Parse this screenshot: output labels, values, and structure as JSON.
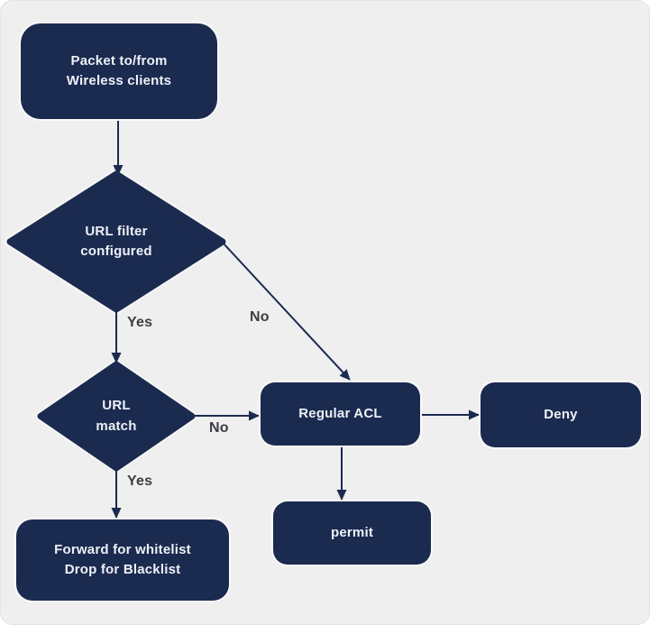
{
  "colors": {
    "panel_background": "#efeff0",
    "shape_fill": "#1b2a4f",
    "shape_outline": "#fafafa",
    "shape_text": "#edf1f7",
    "edge_label_text": "#3d3d42"
  },
  "nodes": {
    "packet": {
      "line1": "Packet to/from",
      "line2": "Wireless clients"
    },
    "url_filter": {
      "line1": "URL filter",
      "line2": "configured"
    },
    "url_match": {
      "line1": "URL",
      "line2": "match"
    },
    "regular_acl": {
      "label": "Regular ACL"
    },
    "deny": {
      "label": "Deny"
    },
    "permit": {
      "label": "permit"
    },
    "forward": {
      "line1": "Forward for whitelist",
      "line2": "Drop for Blacklist"
    }
  },
  "edge_labels": {
    "filter_yes": "Yes",
    "filter_no": "No",
    "match_no": "No",
    "match_yes": "Yes"
  }
}
